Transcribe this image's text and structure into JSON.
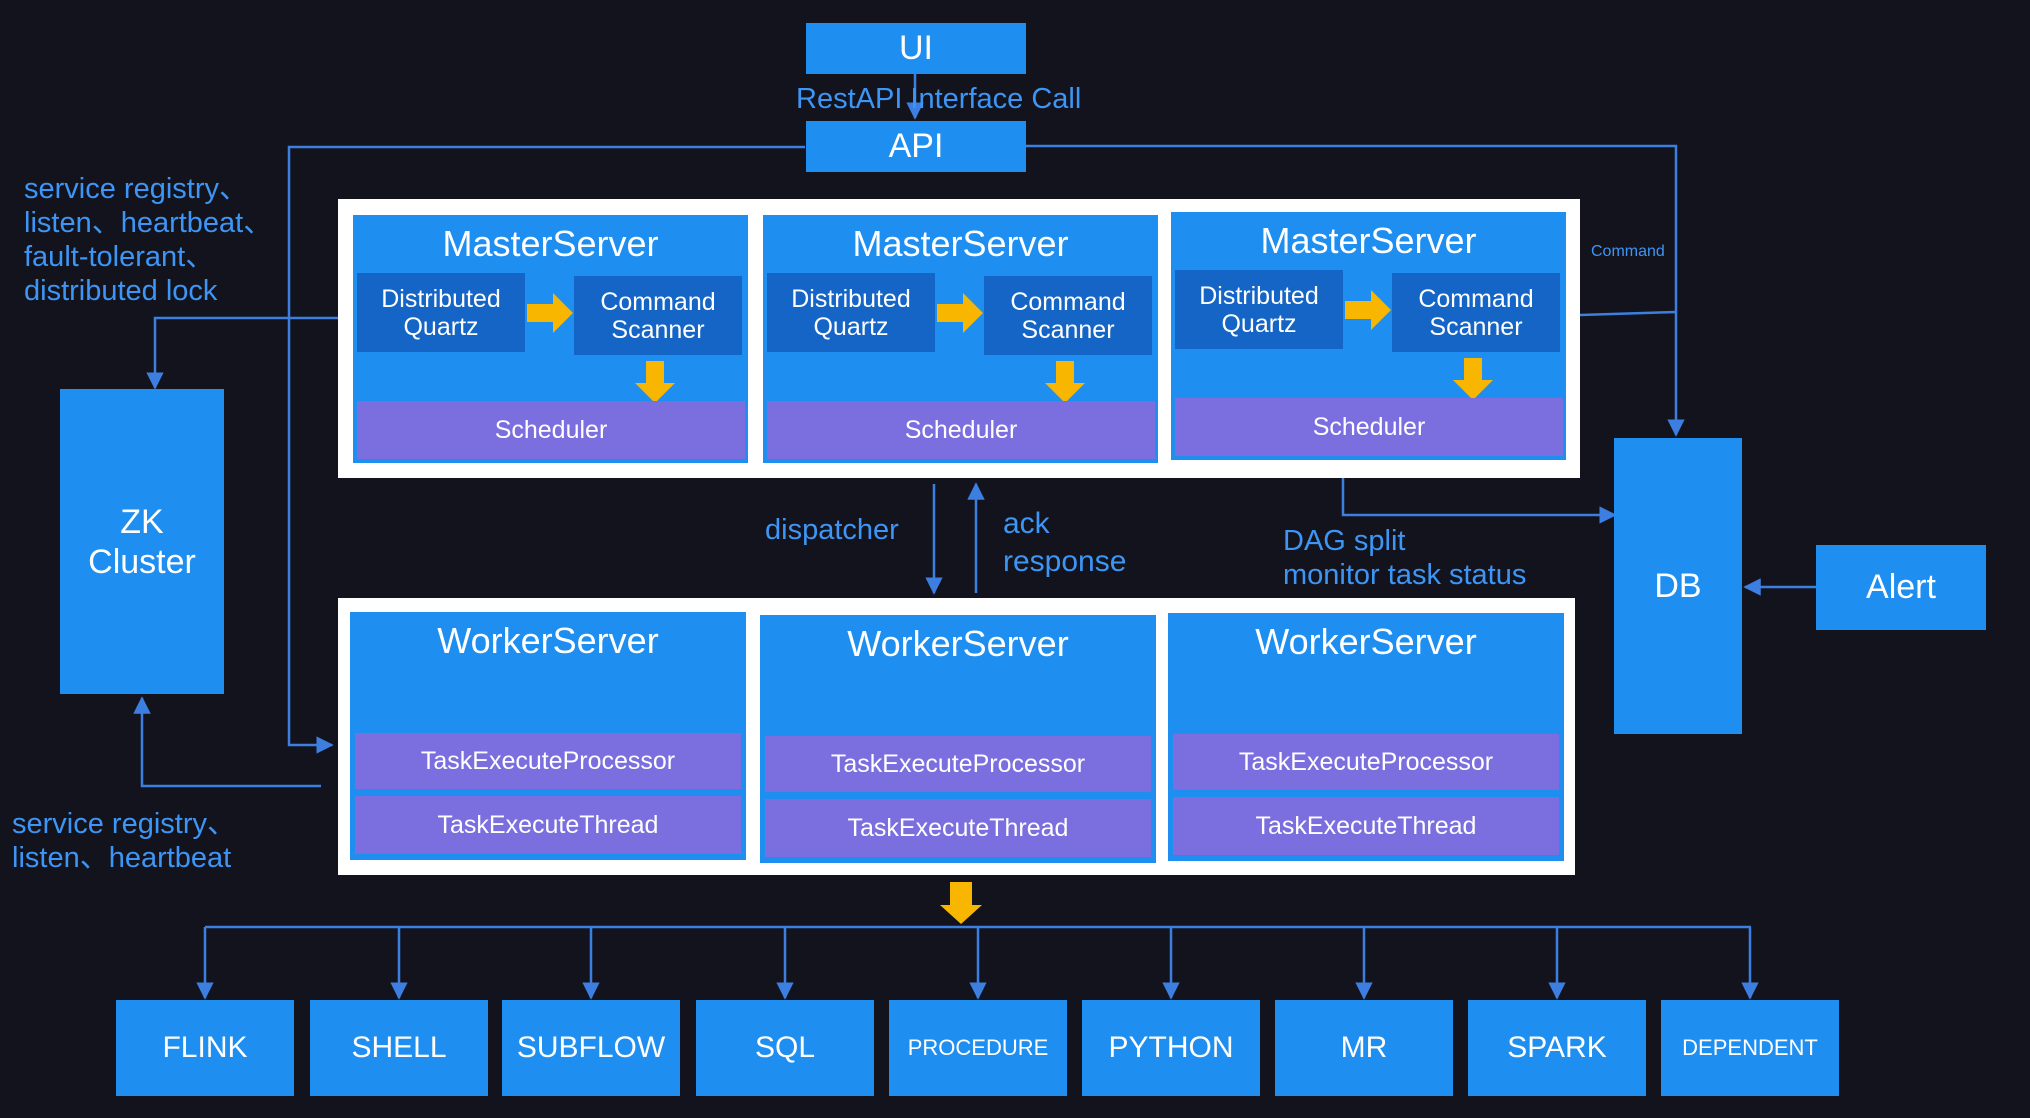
{
  "nodes": {
    "ui": "UI",
    "api": "API",
    "zk": "ZK\nCluster",
    "db": "DB",
    "alert": "Alert"
  },
  "labels": {
    "restapi": "RestAPI  Interface Call",
    "master_reg": "service registry、\nlisten、heartbeat、\nfault-tolerant、\ndistributed lock",
    "worker_reg": "service registry、\nlisten、heartbeat",
    "dispatcher": "dispatcher",
    "ack": "ack\nresponse",
    "dag": "DAG split\nmonitor task status",
    "command": "Command"
  },
  "master_servers": [
    {
      "title": "MasterServer",
      "quartz": "Distributed\nQuartz",
      "scanner": "Command\nScanner",
      "scheduler": "Scheduler"
    },
    {
      "title": "MasterServer",
      "quartz": "Distributed\nQuartz",
      "scanner": "Command\nScanner",
      "scheduler": "Scheduler"
    },
    {
      "title": "MasterServer",
      "quartz": "Distributed\nQuartz",
      "scanner": "Command\nScanner",
      "scheduler": "Scheduler"
    }
  ],
  "worker_servers": [
    {
      "title": "WorkerServer",
      "processor": "TaskExecuteProcessor",
      "thread": "TaskExecuteThread"
    },
    {
      "title": "WorkerServer",
      "processor": "TaskExecuteProcessor",
      "thread": "TaskExecuteThread"
    },
    {
      "title": "WorkerServer",
      "processor": "TaskExecuteProcessor",
      "thread": "TaskExecuteThread"
    }
  ],
  "task_types": [
    {
      "label": "FLINK",
      "size": "lg"
    },
    {
      "label": "SHELL",
      "size": "lg"
    },
    {
      "label": "SUBFLOW",
      "size": "lg"
    },
    {
      "label": "SQL",
      "size": "lg"
    },
    {
      "label": "PROCEDURE",
      "size": "sm"
    },
    {
      "label": "PYTHON",
      "size": "lg"
    },
    {
      "label": "MR",
      "size": "lg"
    },
    {
      "label": "SPARK",
      "size": "lg"
    },
    {
      "label": "DEPENDENT",
      "size": "sm"
    }
  ],
  "colors": {
    "background": "#12131c",
    "box": "#1f8ef1",
    "sub_box": "#1565c6",
    "lane": "#7b6fe0",
    "wire": "#3d7fe0",
    "arrow": "#f8b600",
    "label": "#3d95f5"
  }
}
